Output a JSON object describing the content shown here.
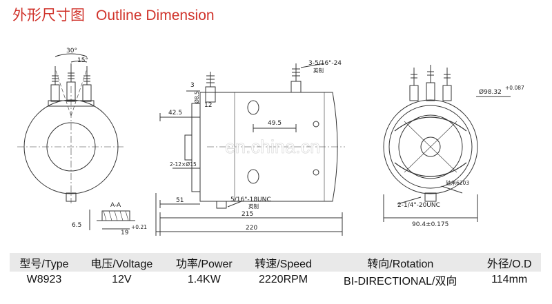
{
  "header": {
    "title_cn": "外形尺寸图",
    "title_en": "Outline Dimension"
  },
  "watermark": "en.china.cn",
  "drawing": {
    "front_view": {
      "angle_30": "30°",
      "angle_15": "15°"
    },
    "side_view": {
      "dim_3": "3",
      "dim_12": "12",
      "dim_small_rotated": "Ø8.5",
      "dim_42_5": "42.5",
      "dim_49_5": "49.5",
      "thread_top": "3-5/16\"-24",
      "thread_top_note": "英制",
      "holes": "2-12×Ø15",
      "thread_bottom": "5/16\"-18UNC",
      "thread_bottom_note": "英制",
      "dim_51": "51",
      "dim_215": "215",
      "dim_220": "220"
    },
    "section": {
      "label": "A-A",
      "dim_6_5": "6.5",
      "dim_19": "19",
      "tol": "+0.21"
    },
    "end_view": {
      "dia": "Ø98.32",
      "dia_tol": "+0.087",
      "bearing": "轴承6203",
      "thread": "2-1/4\"-20UNC",
      "width": "90.4±0.175"
    }
  },
  "specs": {
    "headers": [
      "型号/Type",
      "电压/Voltage",
      "功率/Power",
      "转速/Speed",
      "转向/Rotation",
      "外径/O.D"
    ],
    "row": [
      "W8923",
      "12V",
      "1.4KW",
      "2220RPM",
      "BI-DIRECTIONAL/双向",
      "114mm"
    ]
  },
  "colors": {
    "title": "#d0332b",
    "line": "#333333",
    "header_bg": "#e9e9e9"
  }
}
